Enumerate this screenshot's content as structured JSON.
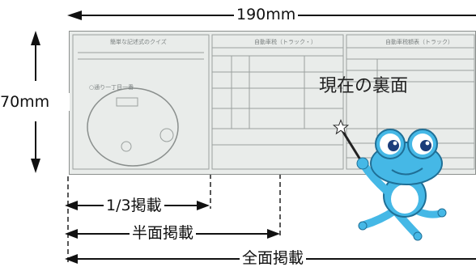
{
  "diagram": {
    "width_label": "190mm",
    "height_label": "70mm",
    "current_back_label": "現在の裏面",
    "range_labels": {
      "third": "1/3掲載",
      "half": "半面掲載",
      "full": "全面掲載"
    }
  },
  "ticket": {
    "title_left": "簡単な記述式のクイズ",
    "title_center": "自動車税（トラック・）",
    "title_right": "自動車税額表（トラック）",
    "map_label": "○通り一丁目一番"
  },
  "colors": {
    "frog": "#45b8e6",
    "arrow": "#111111",
    "ticket_bg": "#e9ecea"
  }
}
